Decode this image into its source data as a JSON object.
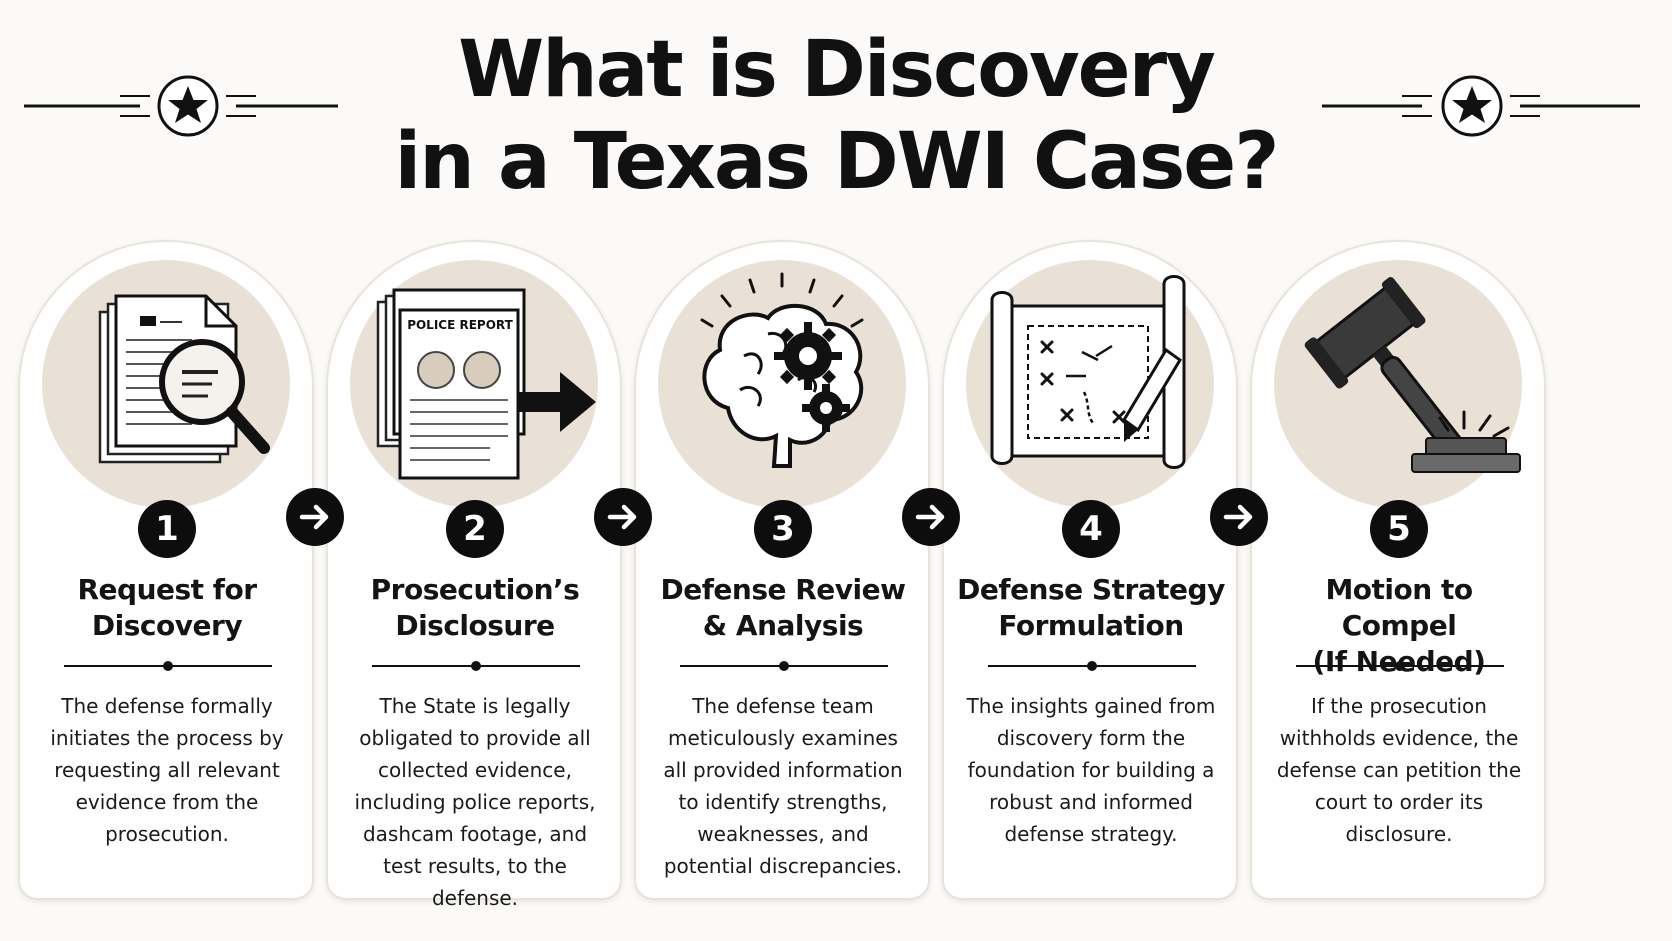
{
  "title": {
    "line1": "What is Discovery",
    "line2": "in a Texas DWI Case?"
  },
  "steps": [
    {
      "number": "1",
      "icon": "document-magnifier-icon",
      "title_line1": "Request for",
      "title_line2": "Discovery",
      "description": "The defense formally initiates the process by requesting all relevant evidence from the prosecution."
    },
    {
      "number": "2",
      "icon": "police-report-icon",
      "badge_text": "POLICE REPORT",
      "title_line1": "Prosecution’s",
      "title_line2": "Disclosure",
      "description": "The State is legally obligated to provide all collected evidence, including police reports, dashcam footage, and test results, to the defense."
    },
    {
      "number": "3",
      "icon": "brain-gears-icon",
      "title_line1": "Defense Review",
      "title_line2": "& Analysis",
      "description": "The defense team meticulously examines all provided information to identify strengths, weaknesses, and potential discrepancies."
    },
    {
      "number": "4",
      "icon": "strategy-map-icon",
      "title_line1": "Defense Strategy",
      "title_line2": "Formulation",
      "description": "The insights gained from discovery form the foundation for building a robust and informed defense strategy."
    },
    {
      "number": "5",
      "icon": "gavel-icon",
      "title_line1": "Motion to Compel",
      "title_line2": "(If Needed)",
      "description": "If the prosecution withholds evidence, the defense can petition the court to order its disclosure."
    }
  ],
  "colors": {
    "background": "#fbfaf8",
    "icon_circle": "#eae1d6",
    "ink": "#0d0d0d"
  }
}
